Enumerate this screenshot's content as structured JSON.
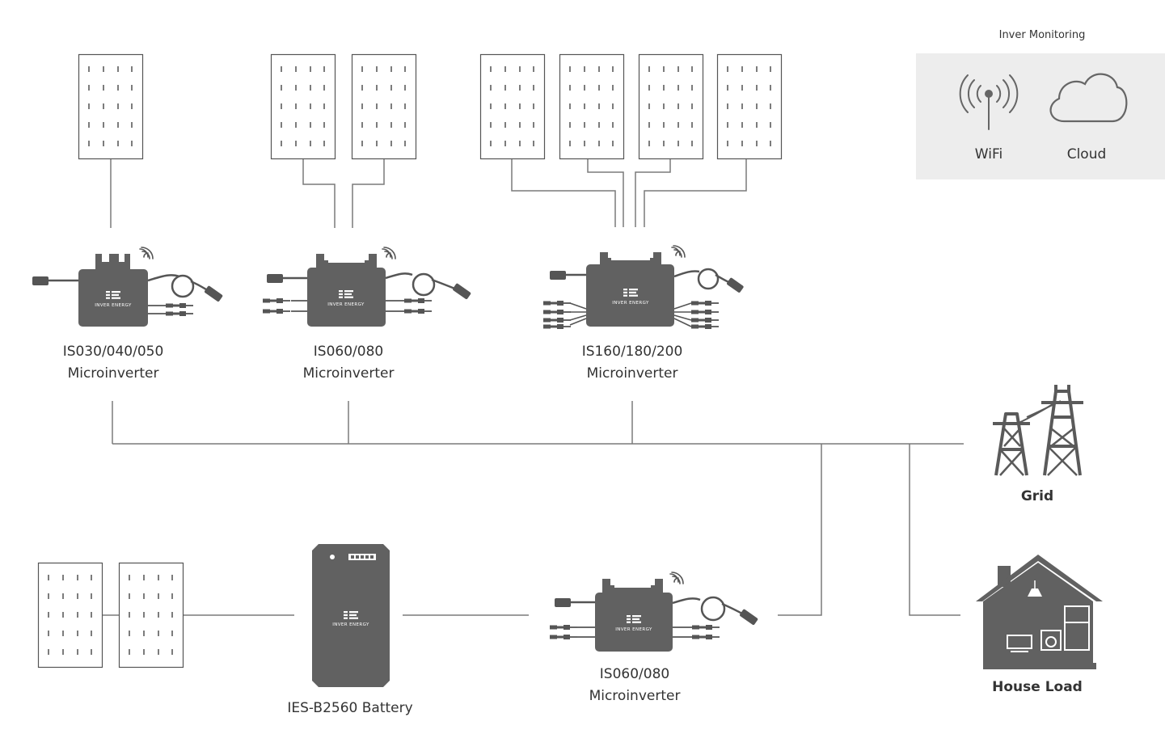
{
  "monitoring": {
    "title": "Inver Monitoring",
    "wifi_label": "WiFi",
    "cloud_label": "Cloud",
    "wifi_icon": "wifi-antenna-icon",
    "cloud_icon": "cloud-icon"
  },
  "inverters": [
    {
      "model": "IS030/040/050",
      "type": "Microinverter",
      "panels": 1
    },
    {
      "model": "IS060/080",
      "type": "Microinverter",
      "panels": 2
    },
    {
      "model": "IS160/180/200",
      "type": "Microinverter",
      "panels": 4
    }
  ],
  "storage_inverter": {
    "model": "IS060/080",
    "type": "Microinverter",
    "panels": 2
  },
  "battery": {
    "label": "IES-B2560 Battery"
  },
  "brand": "INVER ENERGY",
  "grid": {
    "label": "Grid",
    "icon": "power-tower-icon"
  },
  "house": {
    "label": "House Load",
    "icon": "house-icon"
  },
  "colors": {
    "device": "#616161",
    "line": "#7a7a7a",
    "panel_stroke": "#555555",
    "monitor_bg": "#ededed",
    "text": "#333333"
  }
}
